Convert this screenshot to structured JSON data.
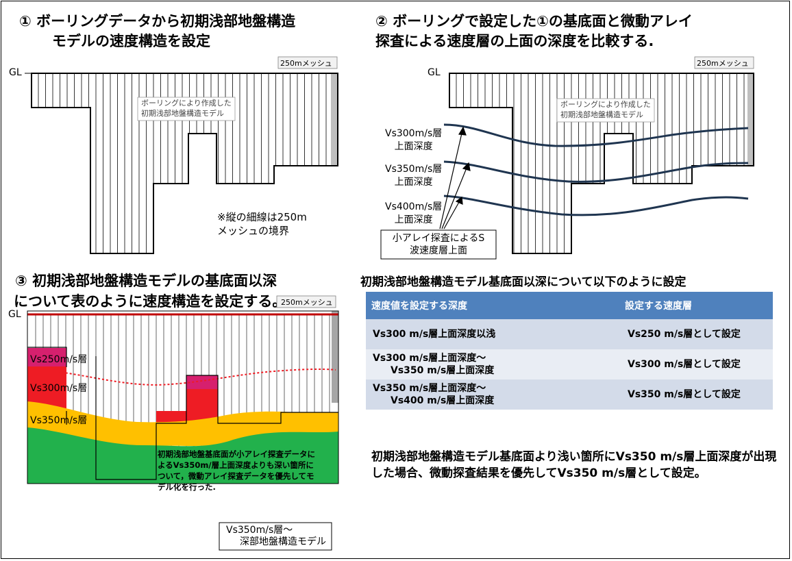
{
  "panel1": {
    "heading_line1": "① ボーリングデータから初期浅部地盤構造",
    "heading_line2": "モデルの速度構造を設定",
    "mesh_label": "250mメッシュ",
    "gl_label": "GL",
    "model_label_line1": "ボーリングにより作成した",
    "model_label_line2": "初期浅部地盤構造モデル",
    "note_line1": "※縦の細線は250m",
    "note_line2": "メッシュの境界"
  },
  "panel2": {
    "heading_line1": "② ボーリングで設定した①の基底面と微動アレイ",
    "heading_line2": "探査による速度層の上面の深度を比較する.",
    "mesh_label": "250mメッシュ",
    "gl_label": "GL",
    "model_label_line1": "ボーリングにより作成した",
    "model_label_line2": "初期浅部地盤構造モデル",
    "layer_labels": [
      {
        "line1": "Vs300m/s層",
        "line2": "上面深度"
      },
      {
        "line1": "Vs350m/s層",
        "line2": "上面深度"
      },
      {
        "line1": "Vs400m/s層",
        "line2": "上面深度"
      }
    ],
    "callout_line1": "小アレイ探査によるS",
    "callout_line2": "波速度層上面",
    "line_color": "#1f3550"
  },
  "panel3": {
    "heading_line1": "③ 初期浅部地盤構造モデルの基底面以深",
    "heading_line2": "について表のように速度構造を設定する。",
    "mesh_label": "250mメッシュ",
    "gl_label": "GL",
    "layer_labels": [
      "Vs250m/s層",
      "Vs300m/s層",
      "Vs350m/s層"
    ],
    "note_line1": "初期浅部地盤基底面が小アレイ探査データに",
    "note_line2": "よるVs350m/層上面深度よりも深い箇所に",
    "note_line3": "ついて，微動アレイ探査データを優先してモ",
    "note_line4": "デル化を行った.",
    "deep_label_line1": "Vs350m/s層〜",
    "deep_label_line2": "深部地盤構造モデル",
    "colors": {
      "vs250": "#d6206e",
      "vs300": "#ee1c24",
      "vs350": "#ffc000",
      "deep": "#22b14c"
    }
  },
  "panel4": {
    "heading": "初期浅部地盤構造モデル基底面以深について以下のように設定",
    "table": {
      "headers": [
        "速度値を設定する深度",
        "設定する速度層"
      ],
      "rows": [
        {
          "depth_line1": "Vs300 m/s層上面深度以浅",
          "depth_line2": "",
          "layer": "Vs250 m/s層として設定"
        },
        {
          "depth_line1": "Vs300 m/s層上面深度〜",
          "depth_line2": "Vs350 m/s層上面深度",
          "layer": "Vs300 m/s層として設定"
        },
        {
          "depth_line1": "Vs350 m/s層上面深度〜",
          "depth_line2": "Vs400 m/s層上面深度",
          "layer": "Vs350 m/s層として設定"
        }
      ]
    },
    "note": "初期浅部地盤構造モデル基底面より浅い箇所にVs350 m/s層上面深度が出現した場合、微動探査結果を優先してVs350 m/s層として設定。"
  }
}
